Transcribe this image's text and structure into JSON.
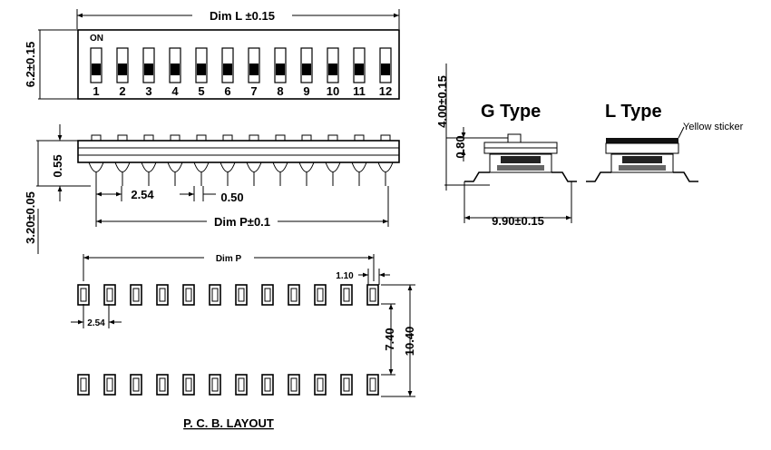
{
  "top_view": {
    "dim_length": "Dim  L  ±0.15",
    "dim_width": "6.2±0.15",
    "on_label": "ON",
    "switch_numbers": [
      "1",
      "2",
      "3",
      "4",
      "5",
      "6",
      "7",
      "8",
      "9",
      "10",
      "11",
      "12"
    ]
  },
  "side_view": {
    "dim_height_body": "0.55",
    "dim_height_total": "3.20±0.05",
    "dim_pitch": "2.54",
    "dim_lead": "0.50",
    "dim_span": "Dim  P±0.1"
  },
  "profile_view": {
    "dim_height": "4.00±0.15",
    "dim_actuator": "0.80",
    "dim_width": "9.90±0.15",
    "g_type_label": "G Type",
    "l_type_label": "L Type",
    "sticker_label": "Yellow sticker"
  },
  "pcb_layout": {
    "dim_span": "Dim  P",
    "dim_pad": "1.10",
    "dim_pitch": "2.54",
    "dim_inner": "7.40",
    "dim_outer": "10.40",
    "title": "P. C. B. LAYOUT",
    "pad_count": 12
  }
}
